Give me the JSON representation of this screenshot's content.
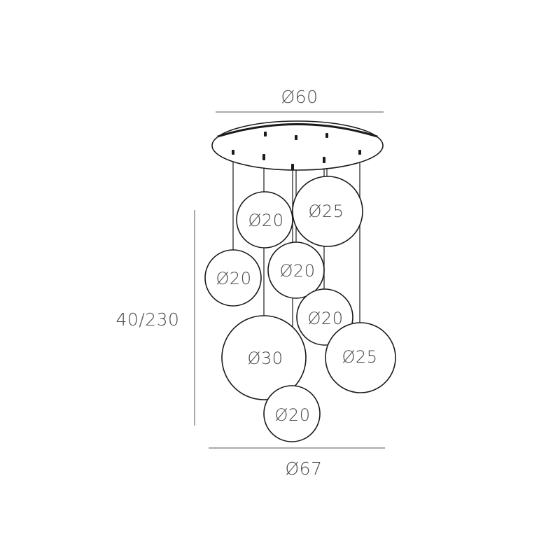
{
  "dimensions": {
    "canopy_diameter": "Ø60",
    "height_range": "40/230",
    "total_diameter": "Ø67"
  },
  "globes": [
    {
      "label": "Ø20"
    },
    {
      "label": "Ø25"
    },
    {
      "label": "Ø20"
    },
    {
      "label": "Ø20"
    },
    {
      "label": "Ø20"
    },
    {
      "label": "Ø30"
    },
    {
      "label": "Ø25"
    },
    {
      "label": "Ø20"
    }
  ]
}
